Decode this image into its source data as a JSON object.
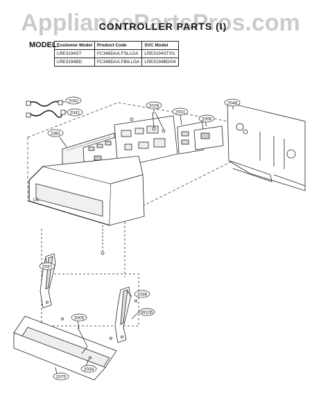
{
  "watermark": "AppliancePartsPros.com",
  "title": "CONTROLLER PARTS (I)",
  "model_label": "MODEL:",
  "model_table": {
    "headers": [
      "Customer Model",
      "Product Code",
      "SVC Model"
    ],
    "rows": [
      [
        "LRE3194ST",
        "FC348DAA.FSLLGA",
        "LRE3194ST/01"
      ],
      [
        "LRE3194BD",
        "FC348DAA.FBILLGA",
        "LRE3194BD/04"
      ]
    ]
  },
  "callouts": {
    "c2042": "2042",
    "c2041": "2041",
    "c2026": "2026",
    "c2031": "2031",
    "c2006": "2006",
    "c2048": "2048",
    "c2381": "2381",
    "c2037": "2037",
    "c2036": "2036",
    "w105": "W105",
    "c3005": "3005",
    "c2075": "2075",
    "c2034": "2034"
  },
  "logo_text": "LG"
}
